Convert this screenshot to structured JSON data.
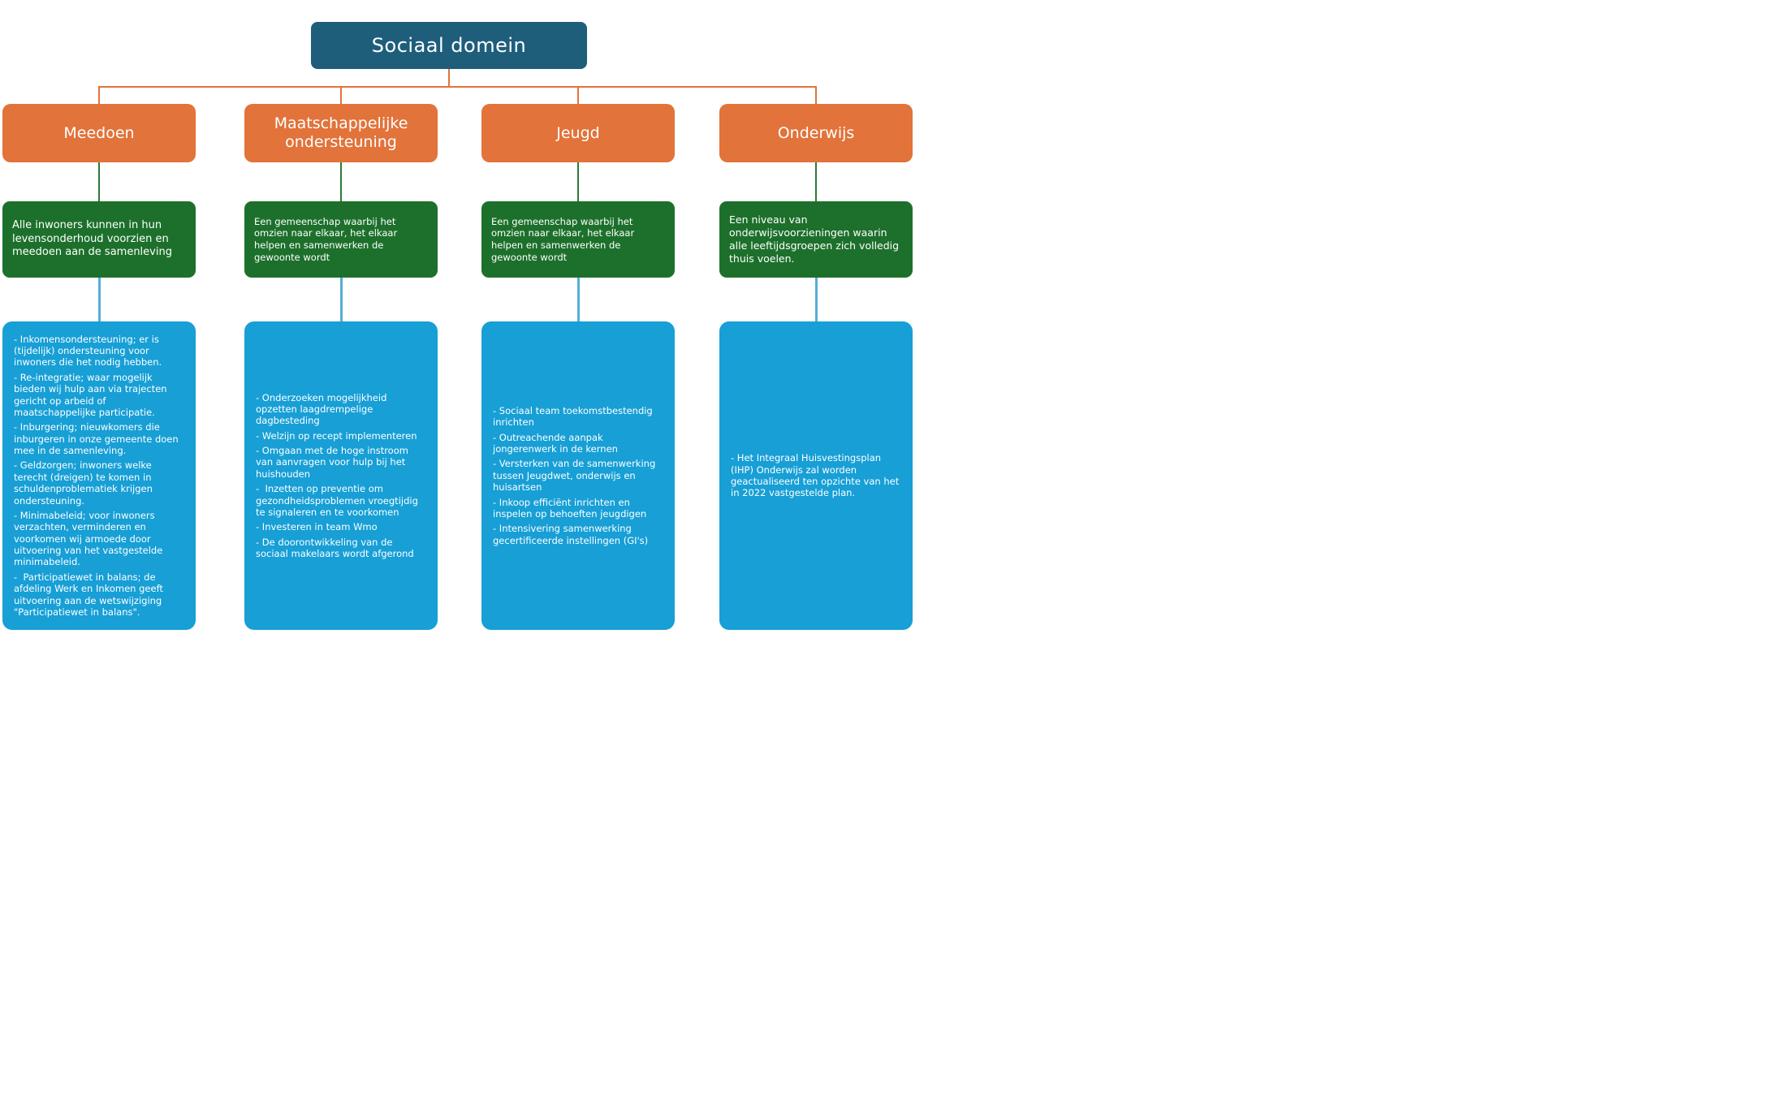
{
  "root_label": "Sociaal domein",
  "colors": {
    "root_box": "#1e5e7b",
    "branch_box": "#e2733a",
    "vision_box": "#1d702b",
    "actions_box": "#179fd6",
    "branch_connector": "#e2733a",
    "vision_connector": "#2b7a36",
    "actions_connector": "#56aed8",
    "text": "#ffffff"
  },
  "columns": [
    {
      "title": "Meedoen",
      "vision": "Alle inwoners kunnen in hun levensonderhoud voorzien en meedoen aan de samenleving",
      "actions": [
        "- Inkomensondersteuning; er is (tijdelijk) ondersteuning voor inwoners die het nodig hebben.",
        "- Re-integratie; waar mogelijk bieden wij hulp aan via trajecten gericht op arbeid of maatschappelijke participatie.",
        "- Inburgering; nieuwkomers die inburgeren in onze gemeente doen mee in de samenleving.",
        "- Geldzorgen; inwoners welke terecht (dreigen) te komen in schuldenproblematiek krijgen ondersteuning.",
        "- Minimabeleid; voor inwoners verzachten, verminderen en voorkomen wij armoede door uitvoering van het vastgestelde minimabeleid.",
        "-  Participatiewet in balans; de afdeling Werk en Inkomen geeft uitvoering aan de wetswijziging \"Participatiewet in balans\"."
      ]
    },
    {
      "title": "Maatschappelijke ondersteuning",
      "vision": "Een gemeenschap waarbij het omzien naar elkaar, het elkaar helpen en samenwerken de gewoonte wordt",
      "actions": [
        "- Onderzoeken mogelijkheid opzetten laagdrempelige dagbesteding",
        "- Welzijn op recept implementeren",
        "- Omgaan met de hoge instroom van aanvragen voor hulp bij het huishouden",
        "-  Inzetten op preventie om gezondheidsproblemen vroegtijdig te signaleren en te voorkomen",
        "- Investeren in team Wmo",
        "- De doorontwikkeling van de sociaal makelaars wordt afgerond"
      ]
    },
    {
      "title": "Jeugd",
      "vision": "Een gemeenschap waarbij het omzien naar elkaar, het elkaar helpen en samenwerken de gewoonte wordt",
      "actions": [
        "- Sociaal team toekomstbestendig inrichten",
        "- Outreachende aanpak jongerenwerk in de kernen",
        "- Versterken van de samenwerking tussen Jeugdwet, onderwijs en huisartsen",
        "- Inkoop efficiënt inrichten en inspelen op behoeften jeugdigen",
        "- Intensivering samenwerking gecertificeerde instellingen (GI's)"
      ]
    },
    {
      "title": "Onderwijs",
      "vision": "Een niveau van onderwijsvoorzieningen waarin alle leeftijdsgroepen zich volledig thuis voelen.",
      "actions": [
        "- Het Integraal Huisvestingsplan (IHP) Onderwijs zal worden geactualiseerd ten opzichte van het in 2022 vastgestelde plan."
      ]
    }
  ]
}
